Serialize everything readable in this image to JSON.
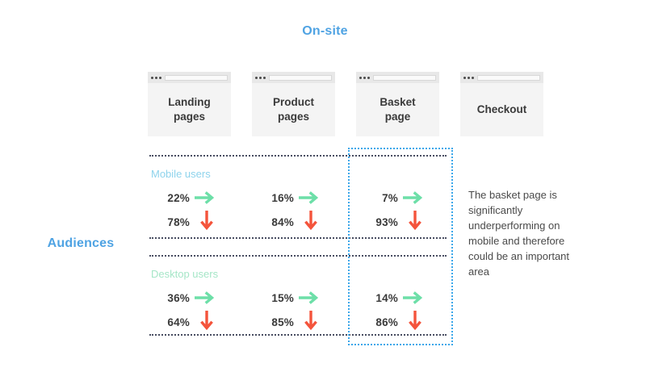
{
  "header": {
    "onsite_title": "On-site",
    "audiences_title": "Audiences"
  },
  "funnel_steps": [
    {
      "label": "Landing pages",
      "line1": "Landing",
      "line2": "pages"
    },
    {
      "label": "Product pages",
      "line1": "Product",
      "line2": "pages"
    },
    {
      "label": "Basket page",
      "line1": "Basket",
      "line2": "page"
    },
    {
      "label": "Checkout",
      "line1": "Checkout",
      "line2": ""
    }
  ],
  "audiences": [
    {
      "label": "Mobile users",
      "color": "#8ed3ec",
      "steps": [
        {
          "proceed": "22%",
          "dropoff": "78%"
        },
        {
          "proceed": "16%",
          "dropoff": "84%"
        },
        {
          "proceed": "7%",
          "dropoff": "93%"
        }
      ]
    },
    {
      "label": "Desktop users",
      "color": "#a5e6c7",
      "steps": [
        {
          "proceed": "36%",
          "dropoff": "64%"
        },
        {
          "proceed": "15%",
          "dropoff": "85%"
        },
        {
          "proceed": "14%",
          "dropoff": "86%"
        }
      ]
    }
  ],
  "icons": {
    "proceed": "arrow-right-icon",
    "dropoff": "arrow-down-icon",
    "window_dots": "window-dots-icon",
    "address_bar": "address-bar-icon"
  },
  "highlight": {
    "target_step": "Basket page",
    "color": "#3ba7ea"
  },
  "annotation": {
    "text": "The basket page is significantly underperforming on mobile and therefore could be an important area"
  },
  "colors": {
    "accent_blue": "#4FA3E3",
    "arrow_green": "#6ddfa8",
    "arrow_red": "#f4543c",
    "divider": "#474c60",
    "text_dark": "#3a3a3a"
  },
  "chart_data": {
    "type": "table",
    "title": "On-site funnel conversion by audience",
    "columns": [
      "Landing pages",
      "Product pages",
      "Basket page",
      "Checkout"
    ],
    "rows": [
      {
        "audience": "Mobile users",
        "proceed_rates": [
          22,
          16,
          7
        ],
        "dropoff_rates": [
          78,
          84,
          93
        ]
      },
      {
        "audience": "Desktop users",
        "proceed_rates": [
          36,
          15,
          14
        ],
        "dropoff_rates": [
          64,
          85,
          86
        ]
      }
    ],
    "units": "percent",
    "annotation": "The basket page is significantly underperforming on mobile and therefore could be an important area",
    "highlighted_column": "Basket page"
  }
}
